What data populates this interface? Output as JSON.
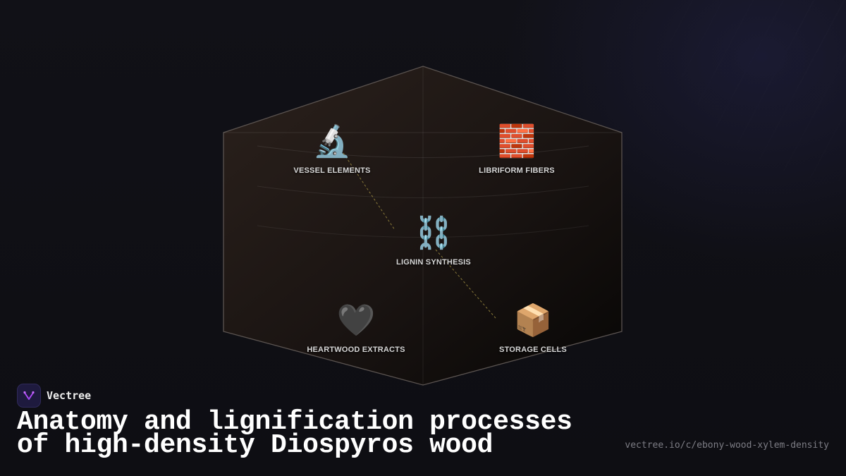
{
  "diagram": {
    "nodes": [
      {
        "id": "vessel",
        "icon": "microscope-icon",
        "emoji": "🔬",
        "label": "VESSEL ELEMENTS"
      },
      {
        "id": "libriform",
        "icon": "brick-icon",
        "emoji": "🧱",
        "label": "LIBRIFORM FIBERS"
      },
      {
        "id": "lignin",
        "icon": "chain-icon",
        "emoji": "⛓️",
        "label": "LIGNIN SYNTHESIS"
      },
      {
        "id": "heartwood",
        "icon": "black-heart-icon",
        "emoji": "🖤",
        "label": "HEARTWOOD EXTRACTS"
      },
      {
        "id": "storage",
        "icon": "package-icon",
        "emoji": "📦",
        "label": "STORAGE CELLS"
      }
    ],
    "edges": [
      {
        "from": "vessel",
        "to": "lignin"
      },
      {
        "from": "lignin",
        "to": "storage"
      }
    ]
  },
  "brand": {
    "name": "Vectree"
  },
  "title": "Anatomy and lignification processes of high-density Diospyros wood",
  "url": "vectree.io/c/ebony-wood-xylem-density",
  "colors": {
    "background": "#101016",
    "accent": "#b44cff",
    "edge": "#8a7a3a",
    "panel": "#2a1f19"
  }
}
